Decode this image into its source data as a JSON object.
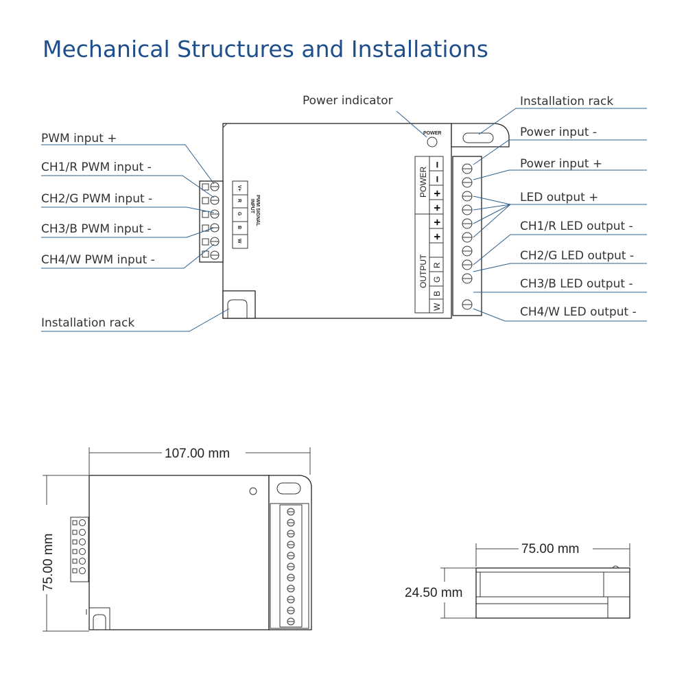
{
  "title": "Mechanical Structures and Installations",
  "callouts": {
    "power_indicator": "Power indicator",
    "installation_rack_top": "Installation rack",
    "installation_rack_bottom": "Installation rack",
    "power_input_minus": "Power input -",
    "power_input_plus": "Power input +",
    "led_output_plus": "LED output +",
    "ch1_led_output": "CH1/R LED output -",
    "ch2_led_output": "CH2/G LED output -",
    "ch3_led_output": "CH3/B LED output -",
    "ch4_led_output": "CH4/W LED output -",
    "pwm_input_plus": "PWM input +",
    "ch1_pwm_input": "CH1/R PWM input -",
    "ch2_pwm_input": "CH2/G PWM input -",
    "ch3_pwm_input": "CH3/B PWM input -",
    "ch4_pwm_input": "CH4/W PWM input -"
  },
  "device": {
    "power_led_label": "POWER",
    "input_label_1": "INPUT",
    "input_label_2": "PWM SIGNAL",
    "input_pins": [
      "V+",
      "R",
      "G",
      "B",
      "W"
    ],
    "power_block_label": "POWER",
    "output_block_label": "OUTPUT",
    "terminal_signs": [
      "−",
      "−",
      "+",
      "+",
      "+",
      "+",
      "R",
      "G",
      "B",
      "W"
    ]
  },
  "dimensions": {
    "length": "107.00 mm",
    "width_front": "75.00 mm",
    "width_side": "75.00 mm",
    "height": "24.50 mm"
  }
}
